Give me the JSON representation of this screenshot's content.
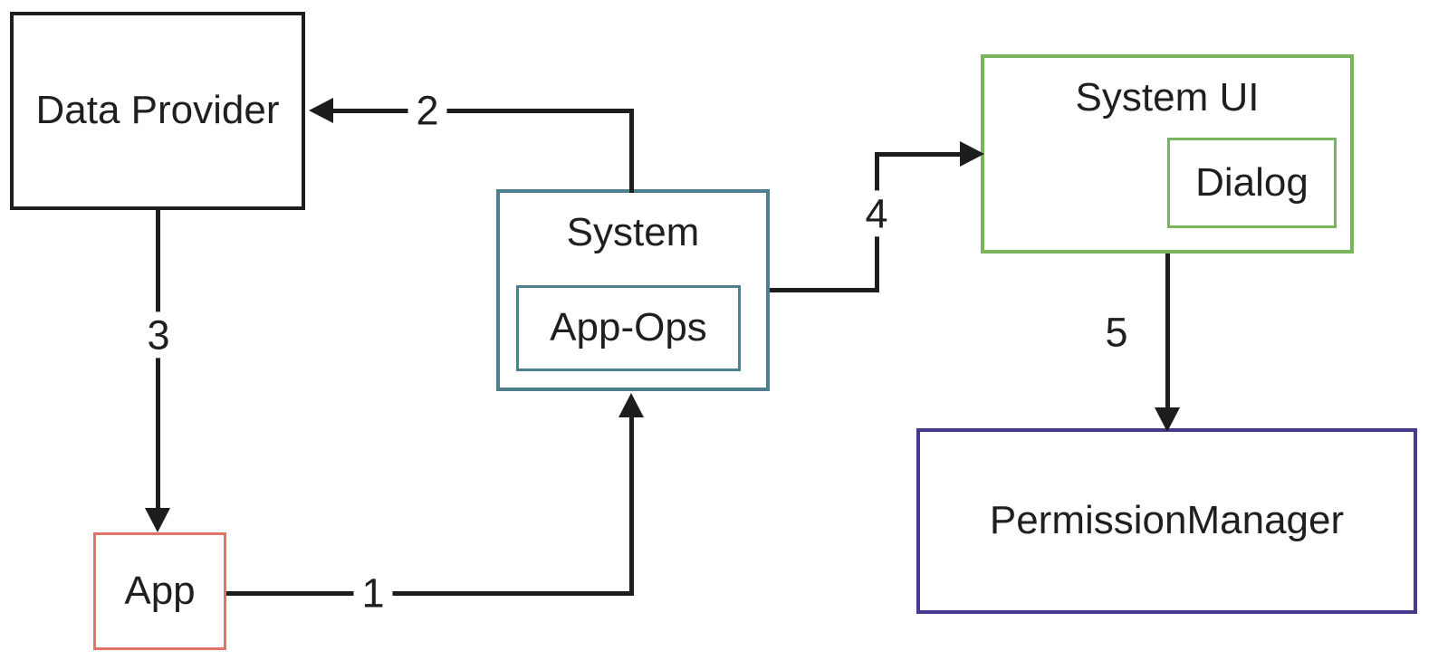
{
  "diagram": {
    "type": "flow-diagram",
    "nodes": {
      "data_provider": {
        "label": "Data Provider",
        "border_color_name": "black"
      },
      "app": {
        "label": "App",
        "border_color_name": "salmon"
      },
      "system": {
        "label": "System",
        "border_color_name": "teal"
      },
      "app_ops": {
        "label": "App-Ops",
        "border_color_name": "teal",
        "parent": "system"
      },
      "system_ui": {
        "label": "System UI",
        "border_color_name": "green"
      },
      "dialog": {
        "label": "Dialog",
        "border_color_name": "green",
        "parent": "system_ui"
      },
      "permission_manager": {
        "label": "PermissionManager",
        "border_color_name": "purple"
      }
    },
    "edges": [
      {
        "label": "1",
        "from": "app",
        "to": "system"
      },
      {
        "label": "2",
        "from": "system",
        "to": "data_provider"
      },
      {
        "label": "3",
        "from": "data_provider",
        "to": "app"
      },
      {
        "label": "4",
        "from": "system",
        "to": "system_ui"
      },
      {
        "label": "5",
        "from": "system_ui",
        "to": "permission_manager"
      }
    ],
    "colors": {
      "black": "#1e1e1e",
      "teal": "#4e7f8e",
      "green": "#7ab45c",
      "salmon": "#e2736b",
      "purple": "#443b8e",
      "line": "#1d1d1d",
      "text": "#1f1f1f",
      "background": "#ffffff"
    }
  }
}
